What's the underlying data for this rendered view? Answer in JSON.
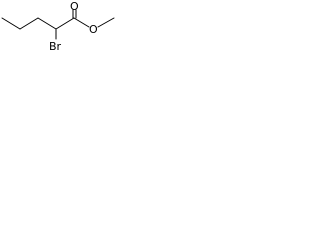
{
  "molecule": {
    "atoms": {
      "bromine": "Br",
      "carbonyl_oxygen": "O",
      "ester_oxygen": "O"
    }
  }
}
